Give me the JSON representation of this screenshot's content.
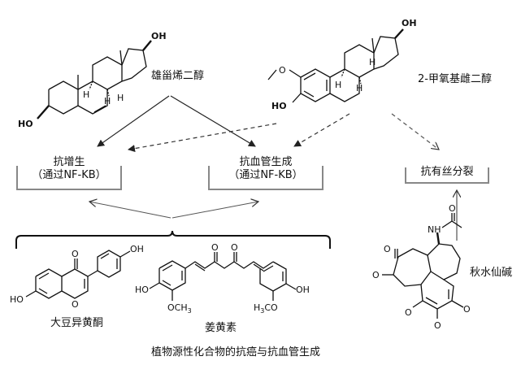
{
  "compounds": {
    "androstenediol": "雄甾烯二醇",
    "methoxyestradiol": "2-甲氧基雌二醇",
    "genistein": "大豆异黄酮",
    "curcumin": "姜黄素",
    "colchicine": "秋水仙碱"
  },
  "effects": {
    "antiproliferation": {
      "line1": "抗增生",
      "line2": "（通过NF-KB）"
    },
    "antiangiogenesis": {
      "line1": "抗血管生成",
      "line2": "（通过NF-KB）"
    },
    "antimitotic": "抗有丝分裂"
  },
  "caption": "植物源性化合物的抗癌与抗血管生成",
  "atom_labels": {
    "oh": "OH",
    "ho": "HO",
    "h": "H",
    "o": "O",
    "nh": "NH",
    "och3": "OCH",
    "h3co": "H",
    "methyl_o": "O",
    "sub3": "3",
    "co": "CO"
  }
}
